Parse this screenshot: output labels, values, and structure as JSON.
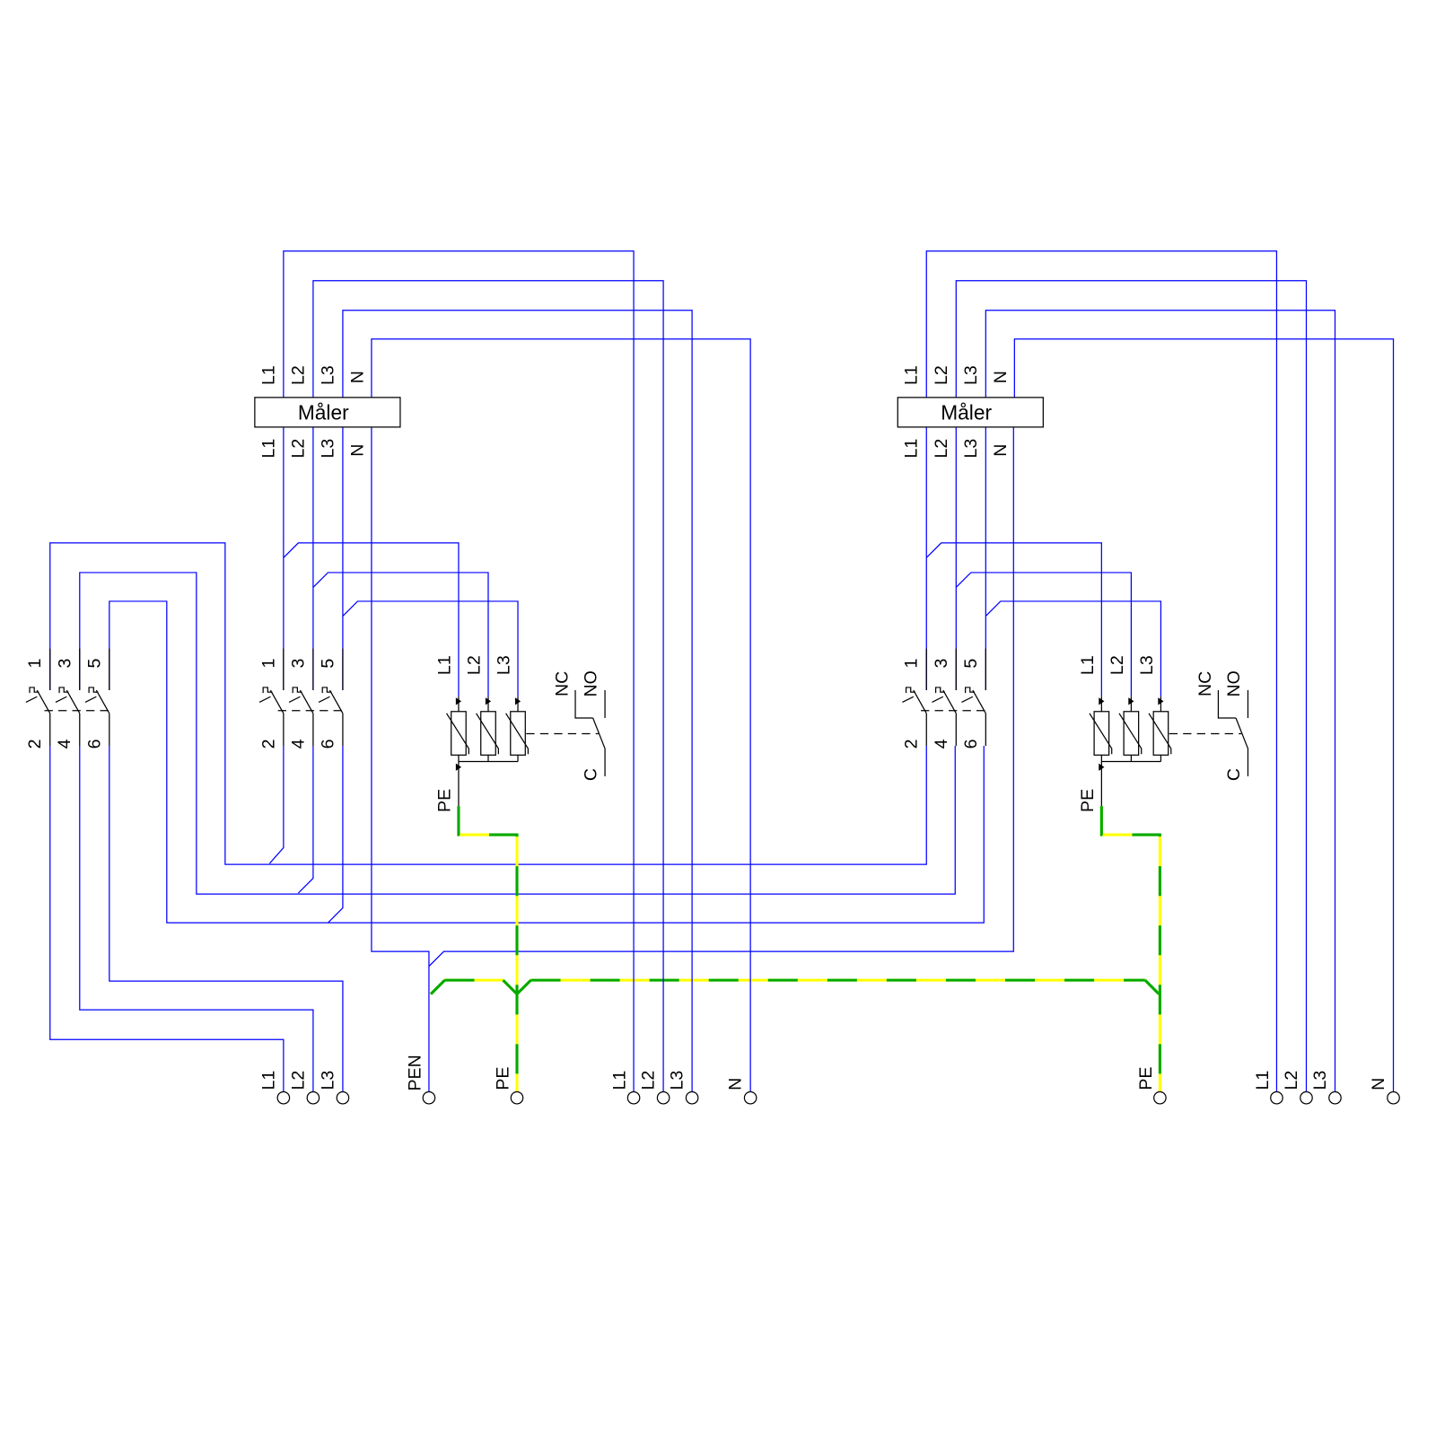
{
  "left_module": {
    "meter": {
      "title": "Måler",
      "top_labels": [
        "L1",
        "L2",
        "L3",
        "N"
      ],
      "bottom_labels": [
        "L1",
        "L2",
        "L3",
        "N"
      ]
    },
    "breaker": {
      "top": [
        "1",
        "3",
        "5"
      ],
      "bottom": [
        "2",
        "4",
        "6"
      ]
    },
    "spd": {
      "inputs": [
        "L1",
        "L2",
        "L3"
      ],
      "earth": "PE",
      "nc": "NC",
      "no": "NO",
      "c": "C"
    },
    "terminals": {
      "outputs": [
        "L1",
        "L2",
        "L3",
        "N"
      ],
      "pe": "PE"
    }
  },
  "right_module": {
    "meter": {
      "title": "Måler",
      "top_labels": [
        "L1",
        "L2",
        "L3",
        "N"
      ],
      "bottom_labels": [
        "L1",
        "L2",
        "L3",
        "N"
      ]
    },
    "breaker": {
      "top": [
        "1",
        "3",
        "5"
      ],
      "bottom": [
        "2",
        "4",
        "6"
      ]
    },
    "spd": {
      "inputs": [
        "L1",
        "L2",
        "L3"
      ],
      "earth": "PE",
      "nc": "NC",
      "no": "NO",
      "c": "C"
    },
    "terminals": {
      "outputs": [
        "L1",
        "L2",
        "L3",
        "N"
      ],
      "pe": "PE"
    }
  },
  "main_breaker": {
    "top": [
      "1",
      "3",
      "5"
    ],
    "bottom": [
      "2",
      "4",
      "6"
    ]
  },
  "supply_terminals": {
    "phases": [
      "L1",
      "L2",
      "L3"
    ],
    "pen": "PEN"
  },
  "colors": {
    "wire": "#0000ff",
    "pe_green": "#00aa00",
    "pe_yellow": "#ffff00",
    "symbol": "#000000"
  }
}
